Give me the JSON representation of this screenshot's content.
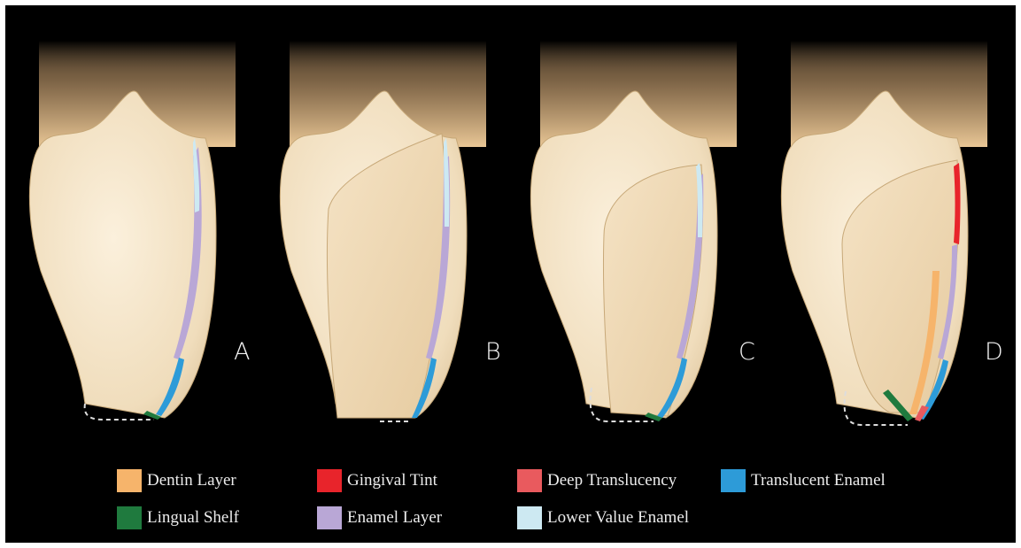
{
  "panels": [
    {
      "id": "A",
      "label": "A"
    },
    {
      "id": "B",
      "label": "B"
    },
    {
      "id": "C",
      "label": "C"
    },
    {
      "id": "D",
      "label": "D"
    }
  ],
  "legend": [
    {
      "name": "Dentin Layer",
      "color": "#F6B46B"
    },
    {
      "name": "Gingival Tint",
      "color": "#E8242B"
    },
    {
      "name": "Deep Translucency",
      "color": "#E95A5E"
    },
    {
      "name": "Translucent Enamel",
      "color": "#2D9BD8"
    },
    {
      "name": "Lingual Shelf",
      "color": "#1F7A3E"
    },
    {
      "name": "Enamel Layer",
      "color": "#B9A7D6"
    },
    {
      "name": "Lower Value Enamel",
      "color": "#CDE9F2"
    }
  ],
  "colors": {
    "background": "#000000",
    "tooth_crown": "#F1E2C6",
    "tooth_root": "#E6C493",
    "outline_dashed": "#DDDDDD"
  }
}
